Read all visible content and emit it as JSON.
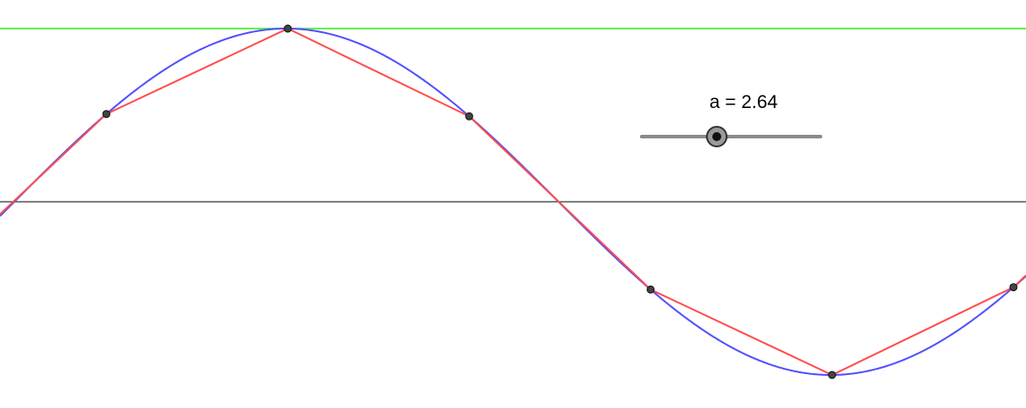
{
  "slider": {
    "label": "a = 2.64",
    "name": "a",
    "value": 2.64,
    "fraction": 0.42
  },
  "colors": {
    "sine_curve": "#5050ff",
    "polyline": "#ff4c4c",
    "max_line": "#66ee55",
    "axis": "#000000",
    "point_fill": "#444444",
    "point_stroke": "#111111",
    "slider_track": "#8a8a8a",
    "slider_thumb": "#9a9a9a"
  },
  "graph": {
    "curve": "sine",
    "polyline_vertices_on_curve": 6,
    "horizontal_max_line": true,
    "x_axis": true
  }
}
